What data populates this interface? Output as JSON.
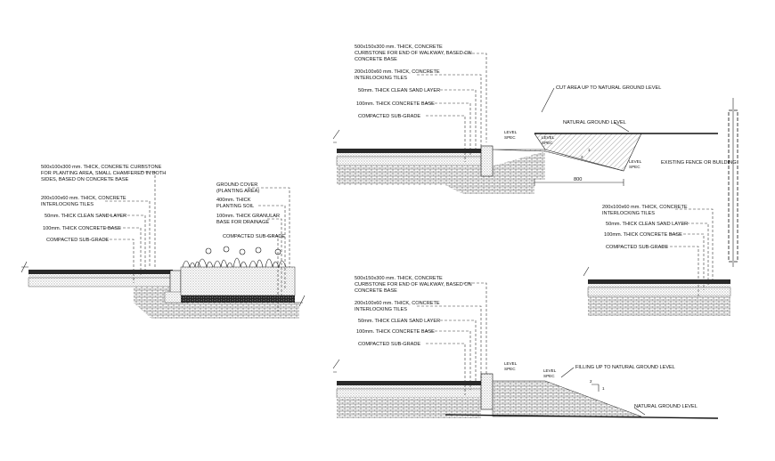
{
  "section_a": {
    "labels": [
      "500x100x300 mm. THICK, CONCRETE CURBSTONE",
      "FOR PLANTING AREA, SMALL CHAMFERED IN BOTH",
      "SIDES,  BASED ON CONCRETE BASE",
      "200x100x60 mm. THICK, CONCRETE",
      "INTERLOCKING TILES",
      "50mm. THICK CLEAN SAND LAYER",
      "100mm. THICK CONCRETE BASE",
      "COMPACTED SUB-GRADE"
    ],
    "right_labels": [
      "GROUND COVER",
      "(PLANTING AREA)",
      "400mm. THICK",
      "PLANTING SOIL",
      "100mm. THICK GRANULAR",
      "BASE FOR DRAINAGE",
      "COMPACTED SUB-GRADE"
    ]
  },
  "section_b": {
    "labels": [
      "500x150x300 mm. THICK, CONCRETE",
      "CURBSTONE FOR END OF WALKWAY, BASED ON",
      "CONCRETE BASE",
      "200x100x60 mm. THICK, CONCRETE",
      "INTERLOCKING TILES",
      "50mm. THICK CLEAN SAND LAYER",
      "100mm. THICK CONCRETE BASE",
      "COMPACTED SUB-GRADE"
    ],
    "cut_label": "CUT AREA UP TO NATURAL GROUND LEVEL",
    "natural_ground": "NATURAL GROUND LEVEL",
    "level_spec_1": "LEVEL",
    "level_spec_1b": "SPEC",
    "level_spec_2": "LEVEL",
    "level_spec_2b": "SPEC",
    "level_spec_3": "LEVEL",
    "level_spec_3b": "SPEC",
    "dimension": "800",
    "fence": "EXISTING FENCE OR BUILDING",
    "slope_1": "1",
    "slope_2": "2"
  },
  "section_c": {
    "labels": [
      "200x100x60 mm. THICK, CONCRETE",
      "INTERLOCKING TILES",
      "50mm. THICK CLEAN SAND LAYER",
      "100mm. THICK CONCRETE BASE",
      "COMPACTED SUB-GRADE"
    ]
  },
  "section_d": {
    "labels": [
      "500x150x300 mm. THICK, CONCRETE",
      "CURBSTONE FOR END OF WALKWAY, BASED ON",
      "CONCRETE BASE",
      "200x100x60 mm. THICK, CONCRETE",
      "INTERLOCKING TILES",
      "50mm. THICK CLEAN SAND LAYER",
      "100mm. THICK CONCRETE BASE",
      "COMPACTED SUB-GRADE"
    ],
    "fill_label": "FILLING UP TO NATURAL GROUND LEVEL",
    "natural_ground": "NATURAL GROUND LEVEL",
    "level_spec_1": "LEVEL",
    "level_spec_1b": "SPEC",
    "level_spec_2": "LEVEL",
    "level_spec_2b": "SPEC",
    "slope_1": "1",
    "slope_2": "2"
  }
}
